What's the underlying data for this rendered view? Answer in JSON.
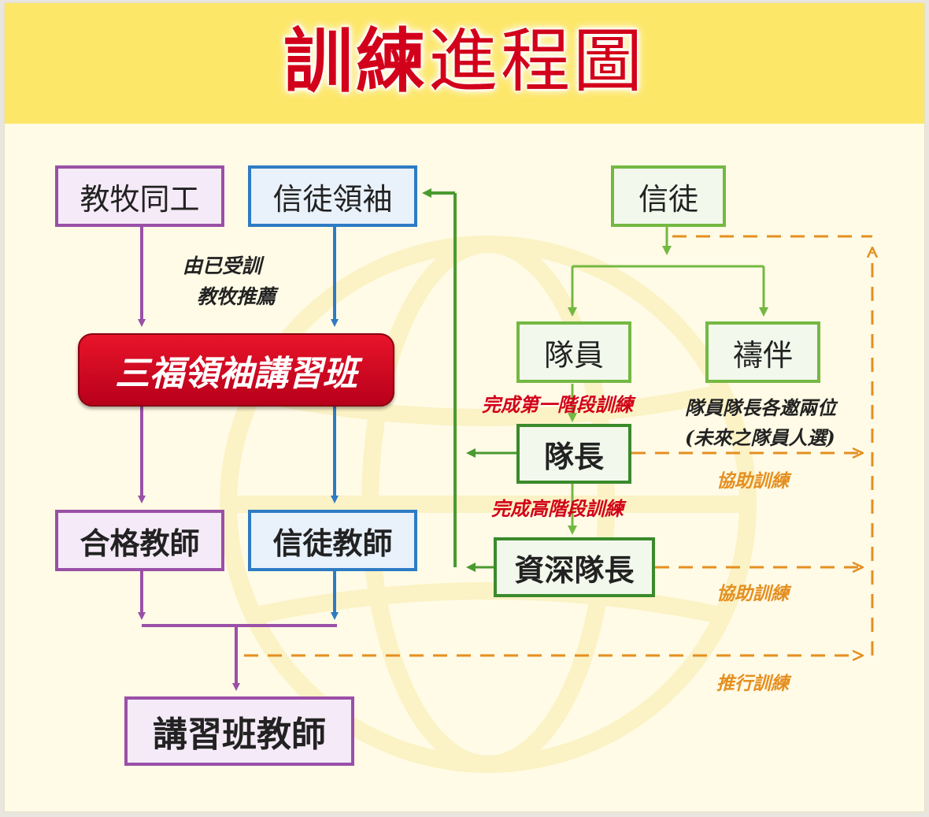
{
  "title": {
    "part1": "訓練",
    "part2": "進程圖"
  },
  "boxes": {
    "pastoral_staff": "教牧同工",
    "believer_leaders": "信徒領袖",
    "believers": "信徒",
    "training_course": "三福領袖講習班",
    "team_member": "隊員",
    "prayer_partner": "禱伴",
    "team_leader": "隊長",
    "senior_team_leader": "資深隊長",
    "qualified_teacher": "合格教師",
    "believer_teacher": "信徒教師",
    "course_teacher": "講習班教師"
  },
  "notes": {
    "recommend_line1": "由已受訓",
    "recommend_line2": "教牧推薦",
    "complete_stage1": "完成第一階段訓練",
    "complete_advanced": "完成高階段訓練",
    "invite_line1": "隊員隊長各邀兩位",
    "invite_line2": "(未來之隊員人選)",
    "assist_training_1": "協助訓練",
    "assist_training_2": "協助訓練",
    "promote_training": "推行訓練"
  },
  "colors": {
    "purple": "#9a50a7",
    "blue": "#2e7bc4",
    "green": "#74b843",
    "dark_green": "#3b8a2b",
    "orange": "#e58f20",
    "red": "#d2001a",
    "header": "#fde768"
  }
}
